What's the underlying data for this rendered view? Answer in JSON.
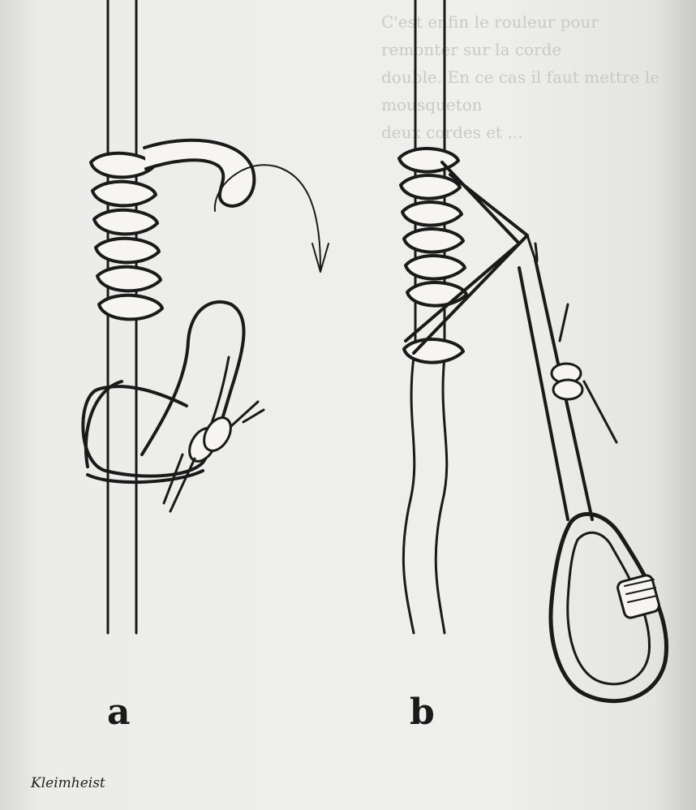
{
  "figure": {
    "panel_labels": [
      "a",
      "b"
    ],
    "caption": "Kleimheist",
    "bleed_through_text": "C'est enfin le rouleur pour remonter sur la corde\ndouble. En ce cas il faut mettre le mousqueton\ndeux cordes et ..."
  },
  "colors": {
    "ink": "#1a1a1a",
    "paper": "#efefec",
    "rope_fill": "#f6f5f1"
  }
}
